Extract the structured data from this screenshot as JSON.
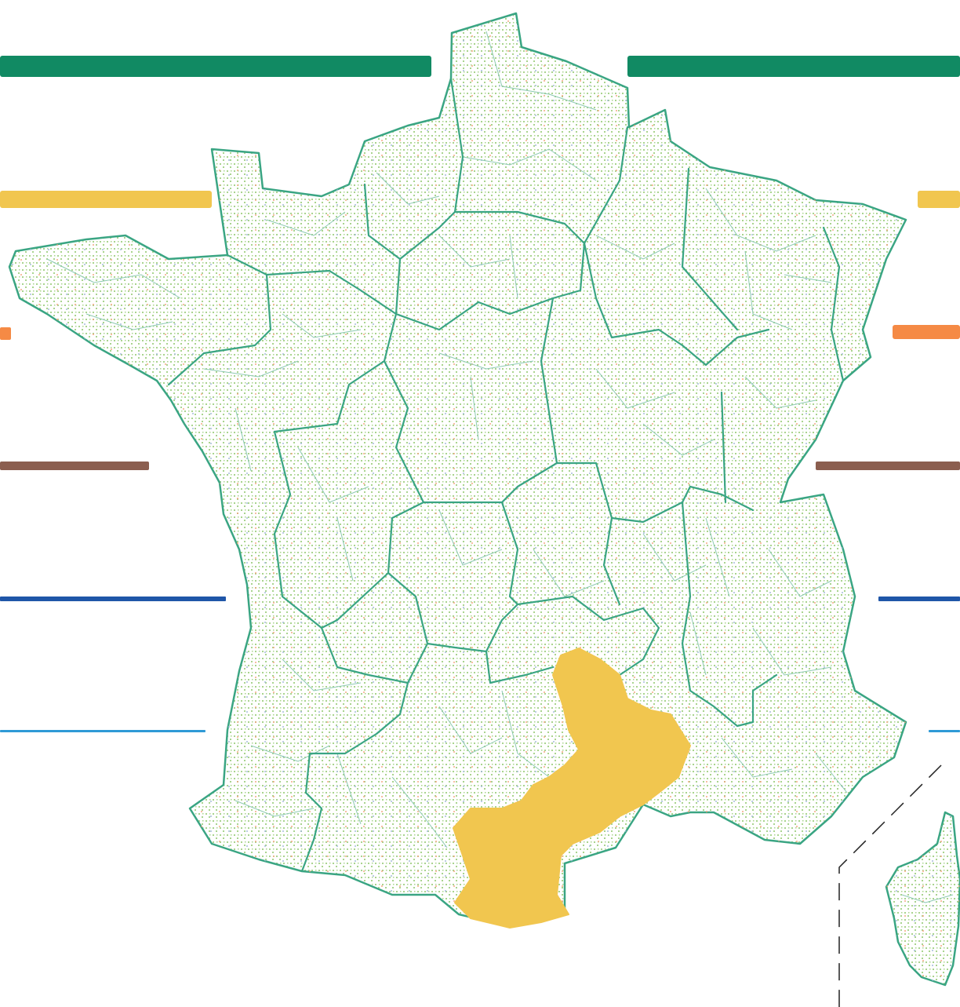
{
  "colors": {
    "background": "#ffffff",
    "region_border": "#3aa583",
    "department_border": "#8cc9b1",
    "land_texture": "#a9d48e",
    "texture_orange": "#f3a27a",
    "texture_blue": "#9fb6d9",
    "highlight_region": "#f1c64f",
    "bands": [
      "#118a63",
      "#f1c64f",
      "#f58a45",
      "#8b5e4f",
      "#1f56a8",
      "#2f9ad6"
    ],
    "inset_frame": "#222222"
  },
  "bands": [
    {
      "name": "band-green",
      "color_index": 0
    },
    {
      "name": "band-yellow",
      "color_index": 1
    },
    {
      "name": "band-orange",
      "color_index": 2
    },
    {
      "name": "band-brown",
      "color_index": 3
    },
    {
      "name": "band-blue",
      "color_index": 4
    },
    {
      "name": "band-light-blue",
      "color_index": 5
    }
  ],
  "map": {
    "highlighted_region": "Occitanie",
    "inset": "Corse",
    "icons": [
      "france-mainland-map",
      "corsica-inset-map",
      "occitanie-highlight"
    ]
  }
}
